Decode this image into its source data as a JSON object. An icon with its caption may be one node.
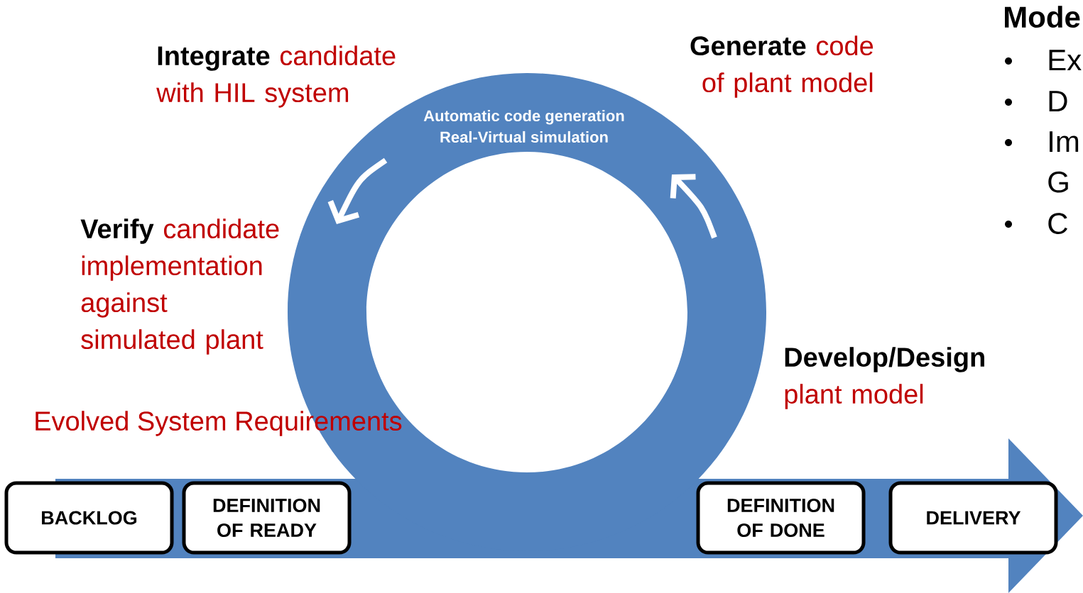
{
  "diagram": {
    "nodes": [
      {
        "text": [
          "BACKLOG"
        ]
      },
      {
        "text": [
          "DEFINITION OF READY"
        ]
      },
      {
        "text": [
          "DEFINITION OF DONE"
        ]
      },
      {
        "text": [
          "DELIVERY"
        ]
      }
    ],
    "labels": [
      "Mode",
      "Integrate",
      "candidate with HIL system",
      "Generate",
      "code of plant model",
      "Ex",
      "D",
      "Automatic code generation",
      "Real-Virtual simulation",
      "Im G",
      "C",
      "Verify",
      "candidate implementation against simulated plant",
      "Develop/Design",
      "plant model",
      "Evolved System Requirements"
    ]
  }
}
